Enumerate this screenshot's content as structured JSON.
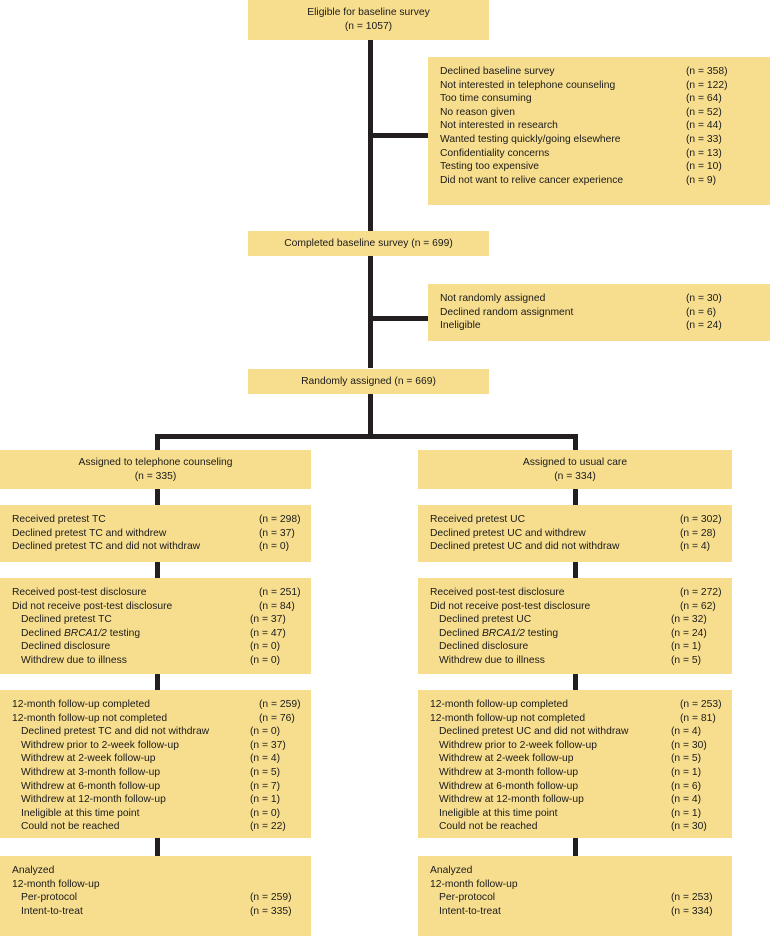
{
  "diagram": {
    "title": "CONSORT participant flow diagram",
    "box_fill": "#F7DE8F",
    "connector_color": "#231f20",
    "numeral_prefix": "(n = ",
    "numeral_suffix": ")"
  },
  "eligible": {
    "line1": "Eligible for baseline survey",
    "line2": "(n = 1057)"
  },
  "declined_baseline": {
    "rows": [
      {
        "label": "Declined baseline survey",
        "n": "(n = 358)",
        "indent": 0
      },
      {
        "label": "Not interested in telephone counseling",
        "n": "(n = 122)",
        "indent": 0
      },
      {
        "label": "Too time consuming",
        "n": "(n = 64)",
        "indent": 0
      },
      {
        "label": "No reason given",
        "n": "(n = 52)",
        "indent": 0
      },
      {
        "label": "Not interested in research",
        "n": "(n = 44)",
        "indent": 0
      },
      {
        "label": "Wanted testing quickly/going elsewhere",
        "n": "(n = 33)",
        "indent": 0
      },
      {
        "label": "Confidentiality concerns",
        "n": "(n = 13)",
        "indent": 0
      },
      {
        "label": "Testing too expensive",
        "n": "(n = 10)",
        "indent": 0
      },
      {
        "label": "Did not want to relive cancer experience",
        "n": "(n = 9)",
        "indent": 0
      }
    ]
  },
  "completed_baseline": {
    "line1": "Completed baseline survey (n = 699)"
  },
  "not_randomized": {
    "rows": [
      {
        "label": "Not randomly assigned",
        "n": "(n = 30)",
        "indent": 0
      },
      {
        "label": "Declined random assignment",
        "n": "(n = 6)",
        "indent": 0
      },
      {
        "label": "Ineligible",
        "n": "(n = 24)",
        "indent": 0
      }
    ]
  },
  "randomized": {
    "line1": "Randomly assigned (n = 669)"
  },
  "left_arm": {
    "header": {
      "line1": "Assigned to telephone counseling",
      "line2": "(n = 335)"
    },
    "pretest": {
      "rows": [
        {
          "label": "Received pretest TC",
          "n": "(n = 298)",
          "indent": 0
        },
        {
          "label": "Declined pretest TC and withdrew",
          "n": "(n = 37)",
          "indent": 0
        },
        {
          "label": "Declined pretest TC and did not withdraw",
          "n": "(n = 0)",
          "indent": 0
        }
      ]
    },
    "disclosure": {
      "rows": [
        {
          "label": "Received post-test disclosure",
          "n": "(n = 251)",
          "indent": 0
        },
        {
          "label": "Did not receive post-test disclosure",
          "n": "(n = 84)",
          "indent": 0
        },
        {
          "label": "Declined pretest TC",
          "n": "(n = 37)",
          "indent": 1
        },
        {
          "label": "Declined BRCA1/2 testing",
          "n": "(n = 47)",
          "indent": 1,
          "italic_part": "BRCA1/2",
          "pre": "Declined ",
          "post": " testing"
        },
        {
          "label": "Declined disclosure",
          "n": "(n = 0)",
          "indent": 1
        },
        {
          "label": "Withdrew due to illness",
          "n": "(n = 0)",
          "indent": 1
        }
      ]
    },
    "followup": {
      "rows": [
        {
          "label": "12-month follow-up completed",
          "n": "(n = 259)",
          "indent": 0
        },
        {
          "label": "12-month follow-up not completed",
          "n": "(n = 76)",
          "indent": 0
        },
        {
          "label": "Declined pretest TC and did not withdraw",
          "n": "(n = 0)",
          "indent": 1
        },
        {
          "label": "Withdrew prior to 2-week follow-up",
          "n": "(n = 37)",
          "indent": 1
        },
        {
          "label": "Withdrew at 2-week follow-up",
          "n": "(n = 4)",
          "indent": 1
        },
        {
          "label": "Withdrew at 3-month follow-up",
          "n": "(n = 5)",
          "indent": 1
        },
        {
          "label": "Withdrew at 6-month follow-up",
          "n": "(n = 7)",
          "indent": 1
        },
        {
          "label": "Withdrew at 12-month follow-up",
          "n": "(n = 1)",
          "indent": 1
        },
        {
          "label": "Ineligible at this time point",
          "n": "(n = 0)",
          "indent": 1
        },
        {
          "label": "Could not be reached",
          "n": "(n = 22)",
          "indent": 1
        }
      ]
    },
    "analyzed": {
      "rows": [
        {
          "label": "Analyzed",
          "n": "",
          "indent": 0
        },
        {
          "label": "12-month follow-up",
          "n": "",
          "indent": 0
        },
        {
          "label": "Per-protocol",
          "n": "(n = 259)",
          "indent": 1
        },
        {
          "label": "Intent-to-treat",
          "n": "(n = 335)",
          "indent": 1
        }
      ]
    }
  },
  "right_arm": {
    "header": {
      "line1": "Assigned to usual care",
      "line2": "(n = 334)"
    },
    "pretest": {
      "rows": [
        {
          "label": "Received pretest UC",
          "n": "(n = 302)",
          "indent": 0
        },
        {
          "label": "Declined pretest UC and withdrew",
          "n": "(n = 28)",
          "indent": 0
        },
        {
          "label": "Declined pretest UC and did not withdraw",
          "n": "(n = 4)",
          "indent": 0
        }
      ]
    },
    "disclosure": {
      "rows": [
        {
          "label": "Received post-test disclosure",
          "n": "(n = 272)",
          "indent": 0
        },
        {
          "label": "Did not receive post-test disclosure",
          "n": "(n = 62)",
          "indent": 0
        },
        {
          "label": "Declined pretest UC",
          "n": "(n = 32)",
          "indent": 1
        },
        {
          "label": "Declined BRCA1/2 testing",
          "n": "(n = 24)",
          "indent": 1,
          "italic_part": "BRCA1/2",
          "pre": "Declined ",
          "post": " testing"
        },
        {
          "label": "Declined disclosure",
          "n": "(n = 1)",
          "indent": 1
        },
        {
          "label": "Withdrew due to illness",
          "n": "(n = 5)",
          "indent": 1
        }
      ]
    },
    "followup": {
      "rows": [
        {
          "label": "12-month follow-up completed",
          "n": "(n = 253)",
          "indent": 0
        },
        {
          "label": "12-month follow-up not completed",
          "n": "(n = 81)",
          "indent": 0
        },
        {
          "label": "Declined pretest UC and did not withdraw",
          "n": "(n = 4)",
          "indent": 1
        },
        {
          "label": "Withdrew prior to 2-week follow-up",
          "n": "(n = 30)",
          "indent": 1
        },
        {
          "label": "Withdrew at 2-week follow-up",
          "n": "(n = 5)",
          "indent": 1
        },
        {
          "label": "Withdrew at 3-month follow-up",
          "n": "(n = 1)",
          "indent": 1
        },
        {
          "label": "Withdrew at 6-month follow-up",
          "n": "(n = 6)",
          "indent": 1
        },
        {
          "label": "Withdrew at 12-month follow-up",
          "n": "(n = 4)",
          "indent": 1
        },
        {
          "label": "Ineligible at this time point",
          "n": "(n = 1)",
          "indent": 1
        },
        {
          "label": "Could not be reached",
          "n": "(n = 30)",
          "indent": 1
        }
      ]
    },
    "analyzed": {
      "rows": [
        {
          "label": "Analyzed",
          "n": "",
          "indent": 0
        },
        {
          "label": "12-month follow-up",
          "n": "",
          "indent": 0
        },
        {
          "label": "Per-protocol",
          "n": "(n = 253)",
          "indent": 1
        },
        {
          "label": "Intent-to-treat",
          "n": "(n = 334)",
          "indent": 1
        }
      ]
    }
  }
}
